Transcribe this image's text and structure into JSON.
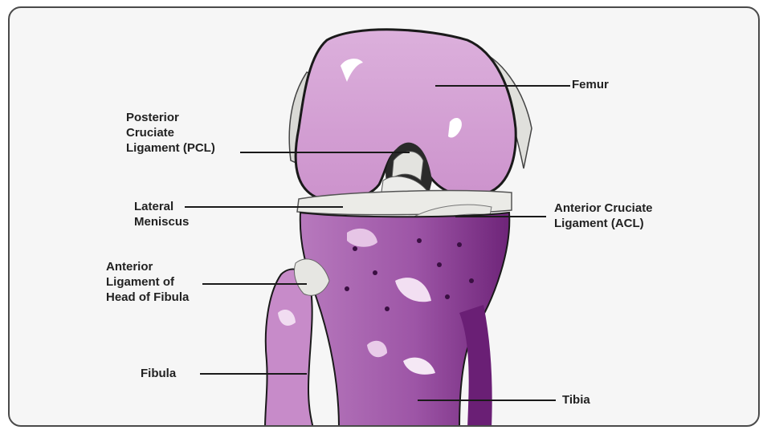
{
  "diagram": {
    "labels": {
      "femur": "Femur",
      "pcl": [
        "Posterior",
        "Cruciate",
        "Ligament (PCL)"
      ],
      "lateral_meniscus": [
        "Lateral",
        "Meniscus"
      ],
      "acl": [
        "Anterior Cruciate",
        "Ligament (ACL)"
      ],
      "fibula_ligament": [
        "Anterior",
        "Ligament of",
        "Head of Fibula"
      ],
      "fibula": "Fibula",
      "tibia": "Tibia"
    },
    "colors": {
      "bone_light": "#d49fd4",
      "bone_mid": "#b070b8",
      "bone_dark": "#7d2f86",
      "ligament": "#e6e6e2",
      "outline": "#1a1a1a",
      "leader_line": "#1a1a1a"
    }
  }
}
